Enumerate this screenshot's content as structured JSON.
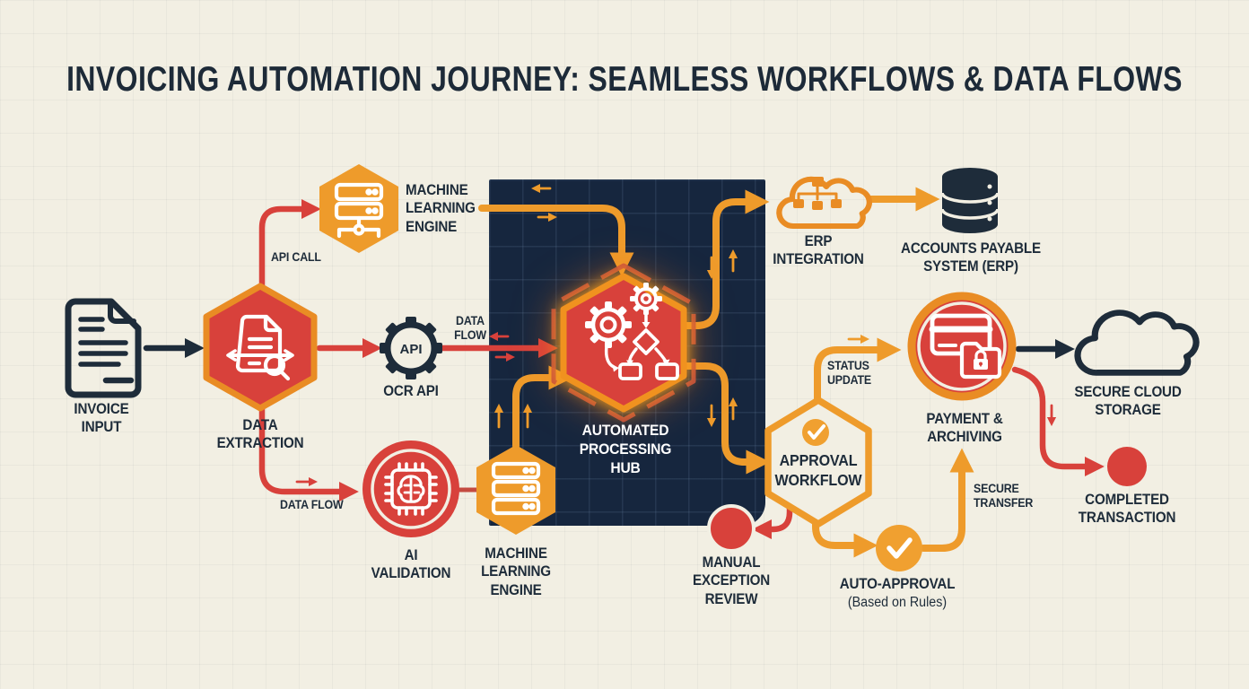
{
  "title": "INVOICING AUTOMATION JOURNEY: SEAMLESS WORKFLOWS & DATA FLOWS",
  "nodes": {
    "invoice_input": {
      "label": "INVOICE\nINPUT"
    },
    "data_extraction": {
      "label": "DATA\nEXTRACTION"
    },
    "ml_engine_top": {
      "label": "MACHINE\nLEARNING\nENGINE"
    },
    "ocr_api": {
      "label": "OCR API",
      "icon_text": "API"
    },
    "ai_validation": {
      "label": "AI\nVALIDATION"
    },
    "ml_engine_bottom": {
      "label": "MACHINE\nLEARNING\nENGINE"
    },
    "processing_hub": {
      "label": "AUTOMATED\nPROCESSING\nHUB"
    },
    "erp_integration": {
      "label": "ERP\nINTEGRATION"
    },
    "accounts_payable": {
      "label": "ACCOUNTS PAYABLE\nSYSTEM (ERP)"
    },
    "approval_workflow": {
      "label": "APPROVAL\nWORKFLOW"
    },
    "manual_exception_review": {
      "label": "MANUAL\nEXCEPTION\nREVIEW"
    },
    "auto_approval": {
      "label": "AUTO-APPROVAL",
      "sublabel": "(Based on Rules)"
    },
    "payment_archiving": {
      "label": "PAYMENT &\nARCHIVING"
    },
    "secure_cloud_storage": {
      "label": "SECURE CLOUD\nSTORAGE"
    },
    "completed_transaction": {
      "label": "COMPLETED\nTRANSACTION"
    }
  },
  "edge_labels": {
    "api_call": "API CALL",
    "data_flow_top": "DATA\nFLOW",
    "data_flow_bottom": "DATA FLOW",
    "status_update": "STATUS\nUPDATE",
    "secure_transfer": "SECURE\nTRANSFER"
  },
  "colors": {
    "background": "#f2efe3",
    "panel_navy": "#16263e",
    "red": "#d8413b",
    "orange": "#ee9b2b",
    "orange_border": "#e98c24",
    "ink_navy": "#1e2c3a",
    "white": "#ffffff"
  }
}
